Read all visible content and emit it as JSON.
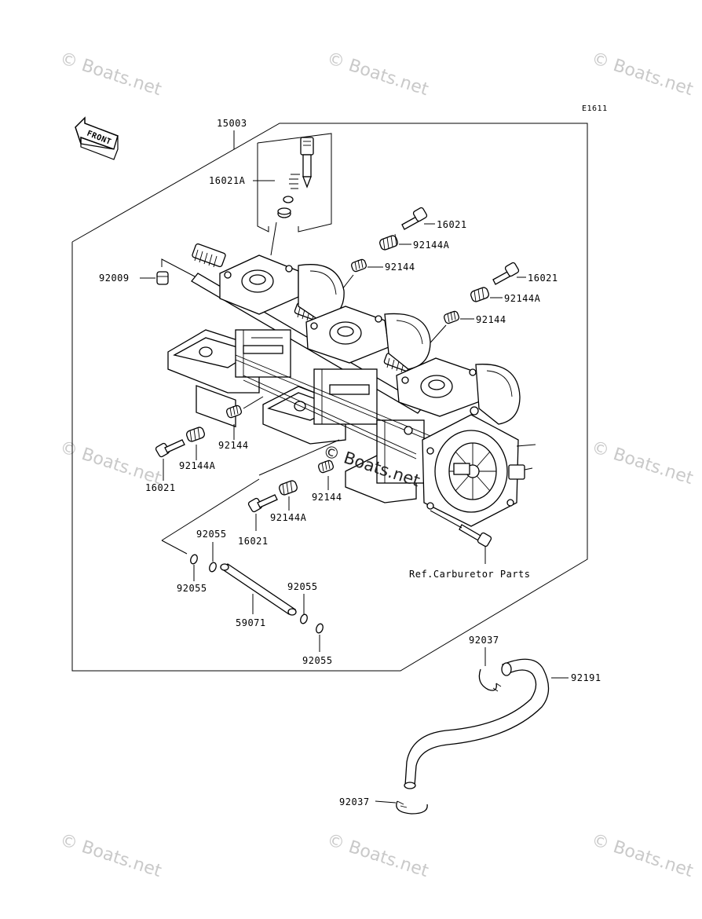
{
  "diagram_code": "E1611",
  "front_label": "FRONT",
  "ref_note": "Ref.Carburetor Parts",
  "watermark_text": "© Boats.net",
  "center_watermark_text": "© Boats.net",
  "part_labels": {
    "p15003": "15003",
    "p16021A": "16021A",
    "p16021_a": "16021",
    "p92144A_a": "92144A",
    "p92144_a": "92144",
    "p16021_b": "16021",
    "p92144A_b": "92144A",
    "p92144_b": "92144",
    "p92009": "92009",
    "p92144_c": "92144",
    "p92144A_c": "92144A",
    "p16021_c": "16021",
    "p92144_d": "92144",
    "p92144A_d": "92144A",
    "p16021_d": "16021",
    "p92055_a": "92055",
    "p92055_b": "92055",
    "p92055_c": "92055",
    "p92055_d": "92055",
    "p59071": "59071",
    "p92037_a": "92037",
    "p92191": "92191",
    "p92037_b": "92037"
  }
}
